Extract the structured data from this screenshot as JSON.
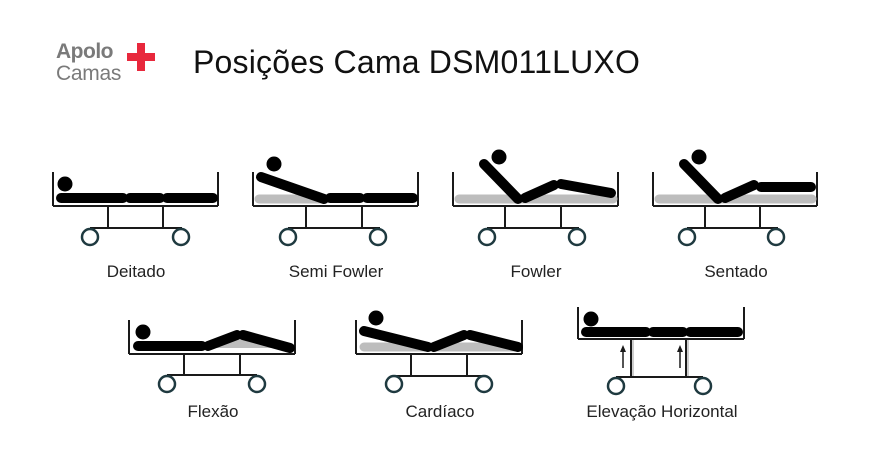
{
  "logo": {
    "line1": "Apolo",
    "line2": "Camas",
    "cross_color": "#e8283c",
    "text_color": "#7a7a7a"
  },
  "title": "Posições Cama DSM011LUXO",
  "colors": {
    "segment": "#000000",
    "mattress_shadow": "#bdbdbd",
    "frame": "#1a1a1a",
    "wheel_stroke": "#1f3a40"
  },
  "positions": [
    {
      "id": "deitado",
      "label": "Deitado"
    },
    {
      "id": "semi-fowler",
      "label": "Semi Fowler"
    },
    {
      "id": "fowler",
      "label": "Fowler"
    },
    {
      "id": "sentado",
      "label": "Sentado"
    },
    {
      "id": "flexao",
      "label": "Flexão"
    },
    {
      "id": "cardiaco",
      "label": "Cardíaco"
    },
    {
      "id": "elevacao-horizontal",
      "label": "Elevação Horizontal"
    }
  ]
}
